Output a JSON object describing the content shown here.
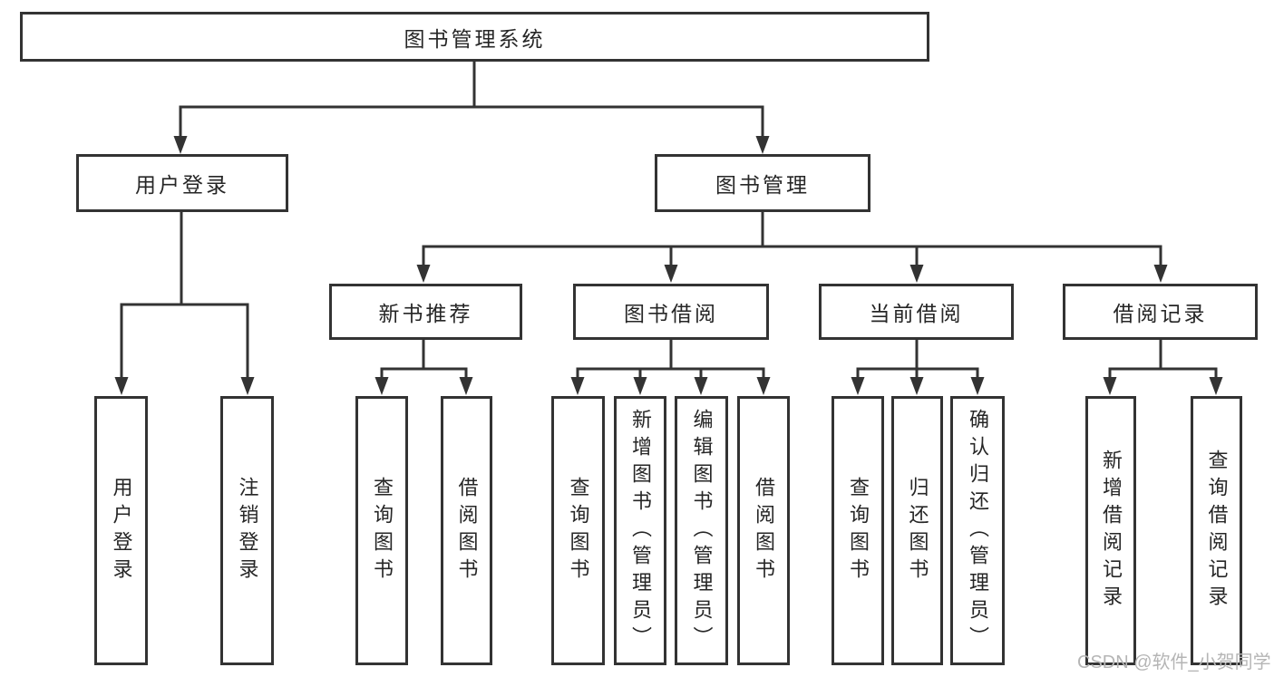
{
  "diagram": {
    "title": "图书管理系统",
    "root": {
      "label": "图书管理系统"
    },
    "level2": [
      {
        "label": "用户登录"
      },
      {
        "label": "图书管理"
      }
    ],
    "level3": [
      {
        "label": "新书推荐",
        "parent": "图书管理"
      },
      {
        "label": "图书借阅",
        "parent": "图书管理"
      },
      {
        "label": "当前借阅",
        "parent": "图书管理"
      },
      {
        "label": "借阅记录",
        "parent": "图书管理"
      }
    ],
    "leaves": [
      {
        "label": "用户登录",
        "parent": "用户登录"
      },
      {
        "label": "注销登录",
        "parent": "用户登录"
      },
      {
        "label": "查询图书",
        "parent": "新书推荐"
      },
      {
        "label": "借阅图书",
        "parent": "新书推荐"
      },
      {
        "label": "查询图书",
        "parent": "图书借阅"
      },
      {
        "label": "新增图书（管理员）",
        "parent": "图书借阅"
      },
      {
        "label": "编辑图书（管理员）",
        "parent": "图书借阅"
      },
      {
        "label": "借阅图书",
        "parent": "图书借阅"
      },
      {
        "label": "查询图书",
        "parent": "当前借阅"
      },
      {
        "label": "归还图书",
        "parent": "当前借阅"
      },
      {
        "label": "确认归还（管理员）",
        "parent": "当前借阅"
      },
      {
        "label": "新增借阅记录",
        "parent": "借阅记录"
      },
      {
        "label": "查询借阅记录",
        "parent": "借阅记录"
      }
    ]
  },
  "watermark": "CSDN @软件_小贺同学",
  "colors": {
    "line": "#333333",
    "text": "#262626",
    "watermark": "#b5b5b5",
    "background": "#ffffff"
  }
}
